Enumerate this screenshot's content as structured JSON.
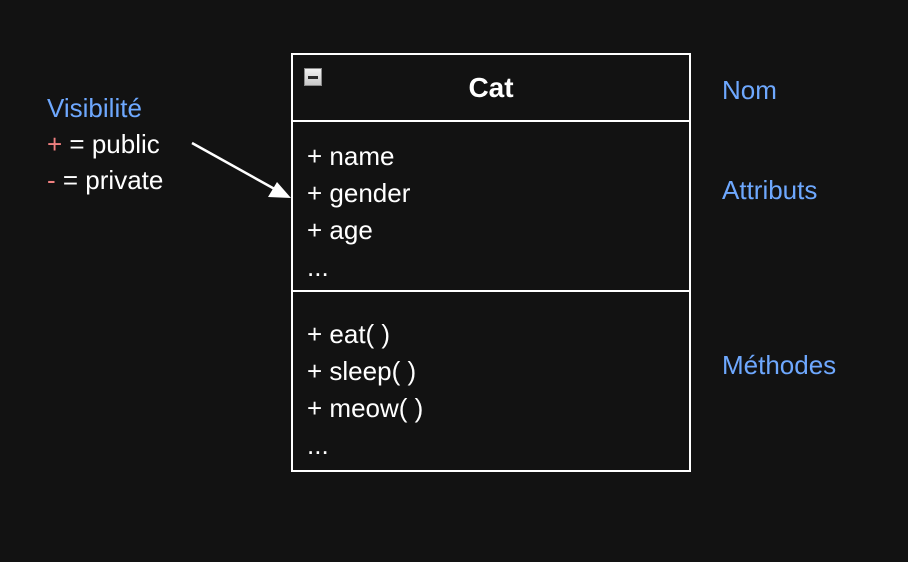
{
  "legend": {
    "title": "Visibilité",
    "public": {
      "symbol": "+",
      "text": " = public"
    },
    "private": {
      "symbol": "-",
      "text": " = private"
    }
  },
  "class": {
    "name": "Cat",
    "attributes": [
      "+ name",
      "+ gender",
      "+ age",
      "..."
    ],
    "methods": [
      "+ eat( )",
      "+ sleep( )",
      "+ meow( )",
      "..."
    ]
  },
  "labels": {
    "name": "Nom",
    "attributes": "Attributs",
    "methods": "Méthodes"
  },
  "colors": {
    "background": "#121212",
    "label_blue": "#6ea8fe",
    "symbol_red": "#f08080",
    "stroke": "#ffffff"
  }
}
